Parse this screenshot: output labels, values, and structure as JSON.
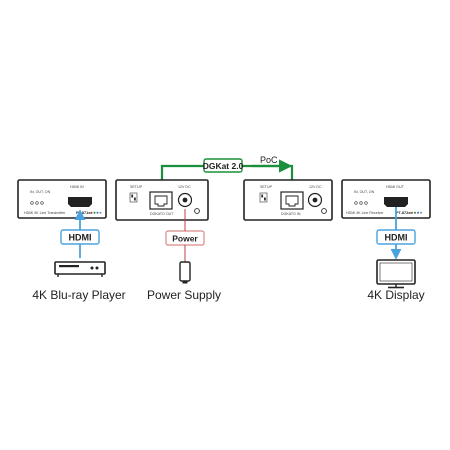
{
  "diagram": {
    "transmitter": {
      "port_labels": [
        "IN, OUT, ON",
        "HDMI IN"
      ],
      "description": "HDMI 4K Line Transmitter",
      "model": "PT-871xr"
    },
    "transmitter_back": {
      "setup_label": "SETUP",
      "power_label": "12V DC",
      "link_label": "DGKATO OUT"
    },
    "receiver_back": {
      "setup_label": "SETUP",
      "power_label": "12V DC",
      "link_label": "DGKATO IN"
    },
    "receiver": {
      "port_labels": [
        "IN, OUT, ON",
        "HDMI OUT"
      ],
      "description": "HDMI 4K Line Receiver",
      "model": "PT-872xr"
    },
    "cables": {
      "link": "DGKat 2.0",
      "poc": "PoC",
      "power": "Power",
      "hdmi_in": "HDMI",
      "hdmi_out": "HDMI"
    },
    "captions": {
      "source": "4K Blu-ray Player",
      "supply": "Power Supply",
      "display": "4K Display"
    }
  },
  "colors": {
    "cable_green": "#1a8f3c",
    "hdmi_blue": "#4aa3df",
    "power_red": "#c23b3b",
    "device_outline": "#222222"
  }
}
